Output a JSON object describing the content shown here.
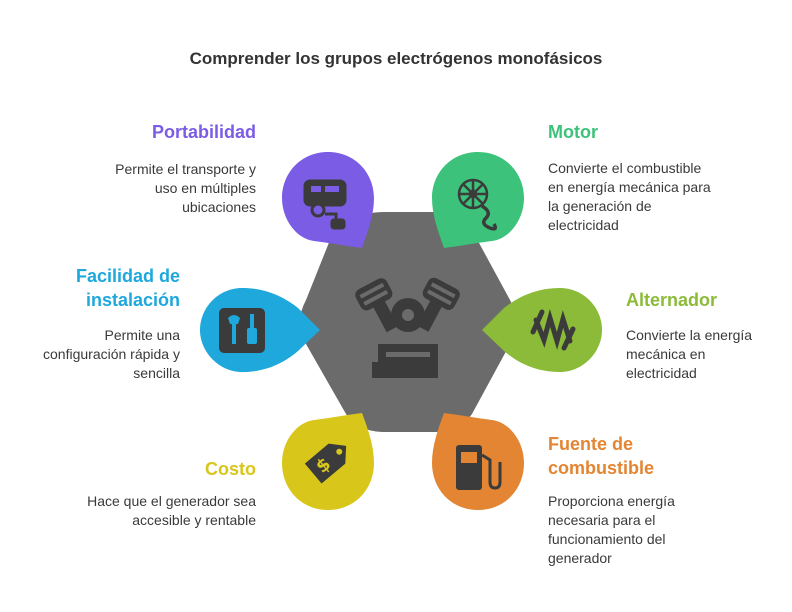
{
  "title": "Comprender los grupos electrógenos monofásicos",
  "center": {
    "icon": "engine-icon",
    "color": "#6b6b6b"
  },
  "items": [
    {
      "id": "portabilidad",
      "label": "Portabilidad",
      "desc": "Permite el transporte y uso en múltiples ubicaciones",
      "color": "#7b5ce5",
      "icon": "camper-trailer-icon"
    },
    {
      "id": "instalacion",
      "label": "Facilidad de instalación",
      "desc": "Permite una configuración rápida y sencilla",
      "color": "#1ea8dc",
      "icon": "tools-icon"
    },
    {
      "id": "costo",
      "label": "Costo",
      "desc": "Hace que el generador sea accesible y rentable",
      "color": "#d9c61a",
      "icon": "price-tag-icon"
    },
    {
      "id": "motor",
      "label": "Motor",
      "desc": "Convierte el combustible en energía mecánica para la generación de electricidad",
      "color": "#3cc27b",
      "icon": "turbine-icon"
    },
    {
      "id": "alternador",
      "label": "Alternador",
      "desc": "Convierte la energía mecánica en electricidad",
      "color": "#8bbb38",
      "icon": "coil-icon"
    },
    {
      "id": "combustible",
      "label": "Fuente de combustible",
      "desc": "Proporciona energía necesaria para el funcionamiento del generador",
      "color": "#e38532",
      "icon": "fuel-pump-icon"
    }
  ]
}
